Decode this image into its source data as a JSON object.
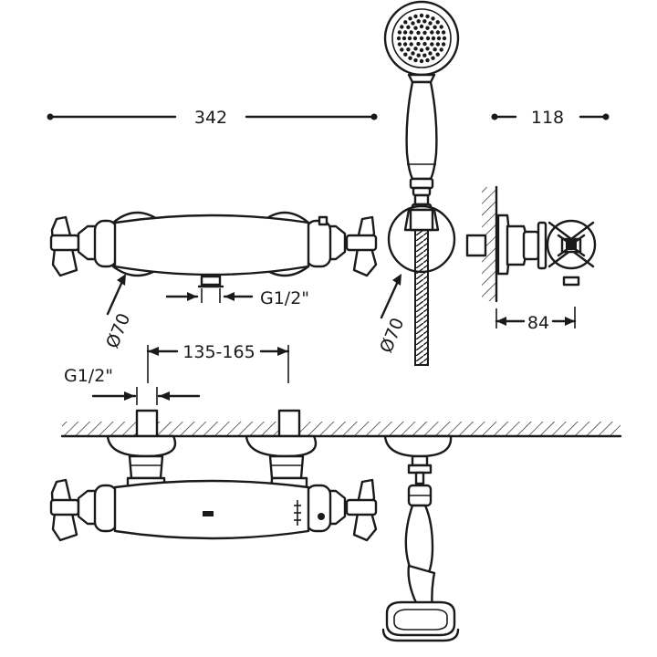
{
  "dimensions": {
    "overall_width": "342",
    "depth": "118",
    "wall_depth": "84",
    "rosette_dia_body": "Ø70",
    "rosette_dia_holder": "Ø70",
    "inlet_thread_top": "G1/2\"",
    "outlet_thread": "G1/2\"",
    "center_distance": "135-165"
  },
  "colors": {
    "line": "#1a1a1a",
    "background": "#ffffff"
  }
}
